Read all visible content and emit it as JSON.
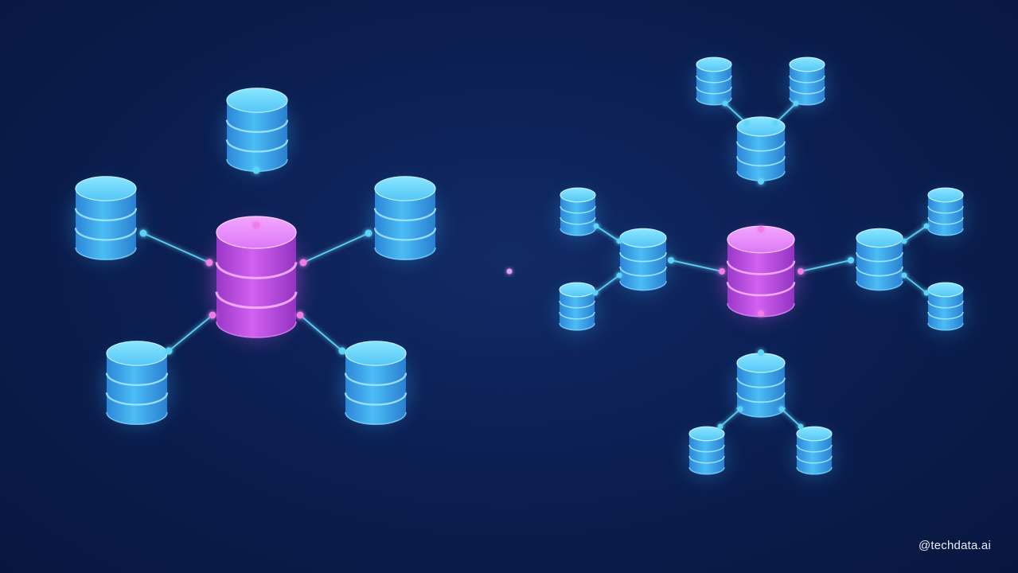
{
  "watermark": "@techdata.ai",
  "colors": {
    "background": "#0c1f52",
    "node_blue": "#3fa9f0",
    "node_blue_light": "#6fd6ff",
    "node_magenta": "#c04fe6",
    "node_magenta_light": "#e58cff",
    "connector": "#5fd3f5",
    "connector_magenta": "#f07be8",
    "divider": "#7b4fe6"
  },
  "diagrams": [
    {
      "name": "star-topology",
      "center": "database-hub",
      "nodes": [
        "database-top",
        "database-left",
        "database-right",
        "database-bottom-left",
        "database-bottom-right"
      ]
    },
    {
      "name": "tree-topology",
      "center": "database-hub",
      "branches": [
        {
          "node": "database-top",
          "leaves": 2
        },
        {
          "node": "database-left",
          "leaves": 2
        },
        {
          "node": "database-right",
          "leaves": 2
        },
        {
          "node": "database-bottom",
          "leaves": 2
        }
      ]
    }
  ]
}
